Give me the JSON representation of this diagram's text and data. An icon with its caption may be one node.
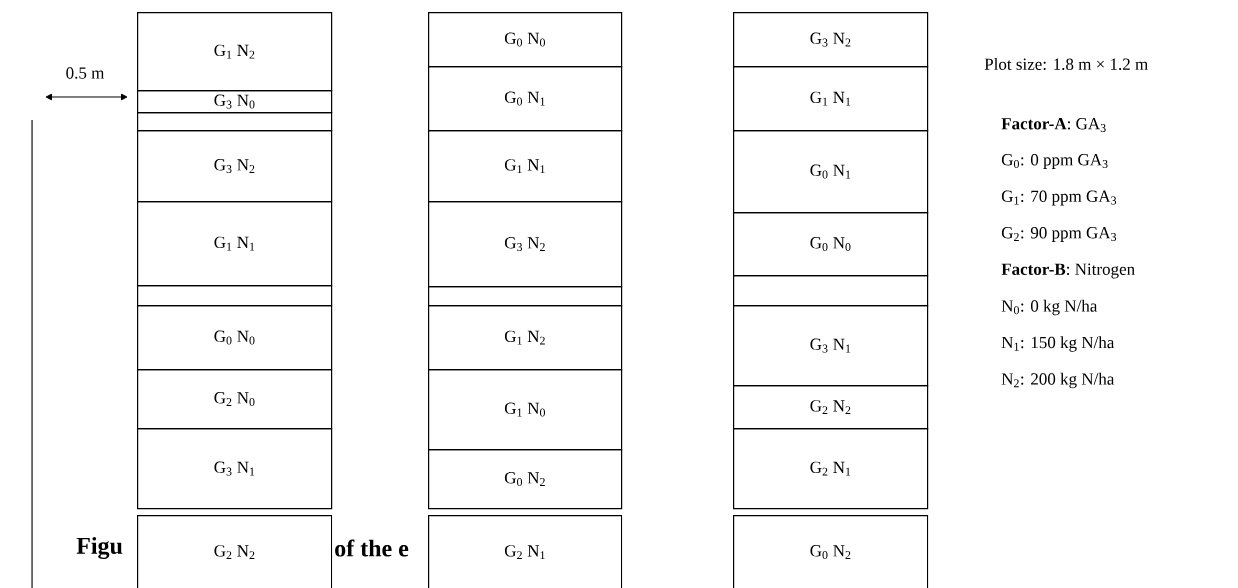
{
  "diagram": {
    "nodes": [
      {
        "text": [
          "G$_{1}$ N$_{2}$"
        ]
      },
      {
        "text": [
          "G$_{3}$ N$_{0}$"
        ]
      },
      {
        "text": [],
        "shape": "box"
      },
      {
        "text": [
          "G$_{3}$ N$_{2}$"
        ]
      },
      {
        "text": [
          "G$_{1}$ N$_{1}$"
        ]
      },
      {
        "text": [],
        "shape": "box"
      },
      {
        "text": [
          "G$_{0}$ N$_{0}$"
        ]
      },
      {
        "text": [
          "G$_{2}$ N$_{0}$"
        ]
      },
      {
        "text": [
          "G$_{3}$ N$_{1}$"
        ]
      },
      {
        "text": [
          "G$_{2}$ N$_{2}$"
        ]
      },
      {
        "text": [
          "G$_{0}$ N$_{0}$"
        ]
      },
      {
        "text": [
          "G$_{0}$ N$_{1}$"
        ]
      },
      {
        "text": [
          "G$_{1}$ N$_{1}$"
        ]
      },
      {
        "text": [
          "G$_{3}$ N$_{2}$"
        ]
      },
      {
        "text": [],
        "shape": "box"
      },
      {
        "text": [
          "G$_{1}$ N$_{2}$"
        ]
      },
      {
        "text": [
          "G$_{1}$ N$_{0}$"
        ]
      },
      {
        "text": [
          "G$_{0}$ N$_{2}$"
        ]
      },
      {
        "text": [
          "G$_{2}$ N$_{1}$"
        ]
      },
      {
        "text": [
          "G$_{3}$ N$_{2}$"
        ]
      },
      {
        "text": [
          "G$_{1}$ N$_{1}$"
        ]
      },
      {
        "text": [
          "G$_{0}$ N$_{1}$"
        ]
      },
      {
        "text": [
          "G$_{0}$ N$_{0}$"
        ]
      },
      {
        "text": [],
        "shape": "box"
      },
      {
        "text": [
          "G$_{3}$ N$_{1}$"
        ]
      },
      {
        "text": [
          "G$_{2}$ N$_{2}$"
        ]
      },
      {
        "text": [
          "G$_{2}$ N$_{1}$"
        ]
      },
      {
        "text": [
          "G$_{0}$ N$_{2}$"
        ]
      }
    ],
    "labels": [
      "0.5 m",
      "Plot size: 1.8 m × 1.2 m",
      "**Factor-A**: GA$_{3}$",
      "G$_{0}$: 0 ppm GA$_{3}$",
      "G$_{1}$: 70 ppm GA$_{3}$",
      "G$_{2}$: 90 ppm GA$_{3}$",
      "**Factor-B**: Nitrogen",
      "N$_{0}$: 0 kg N/ha",
      "N$_{1}$: 150 kg N/ha",
      "N$_{2}$: 200 kg N/ha",
      "Figu",
      "of the e"
    ]
  }
}
